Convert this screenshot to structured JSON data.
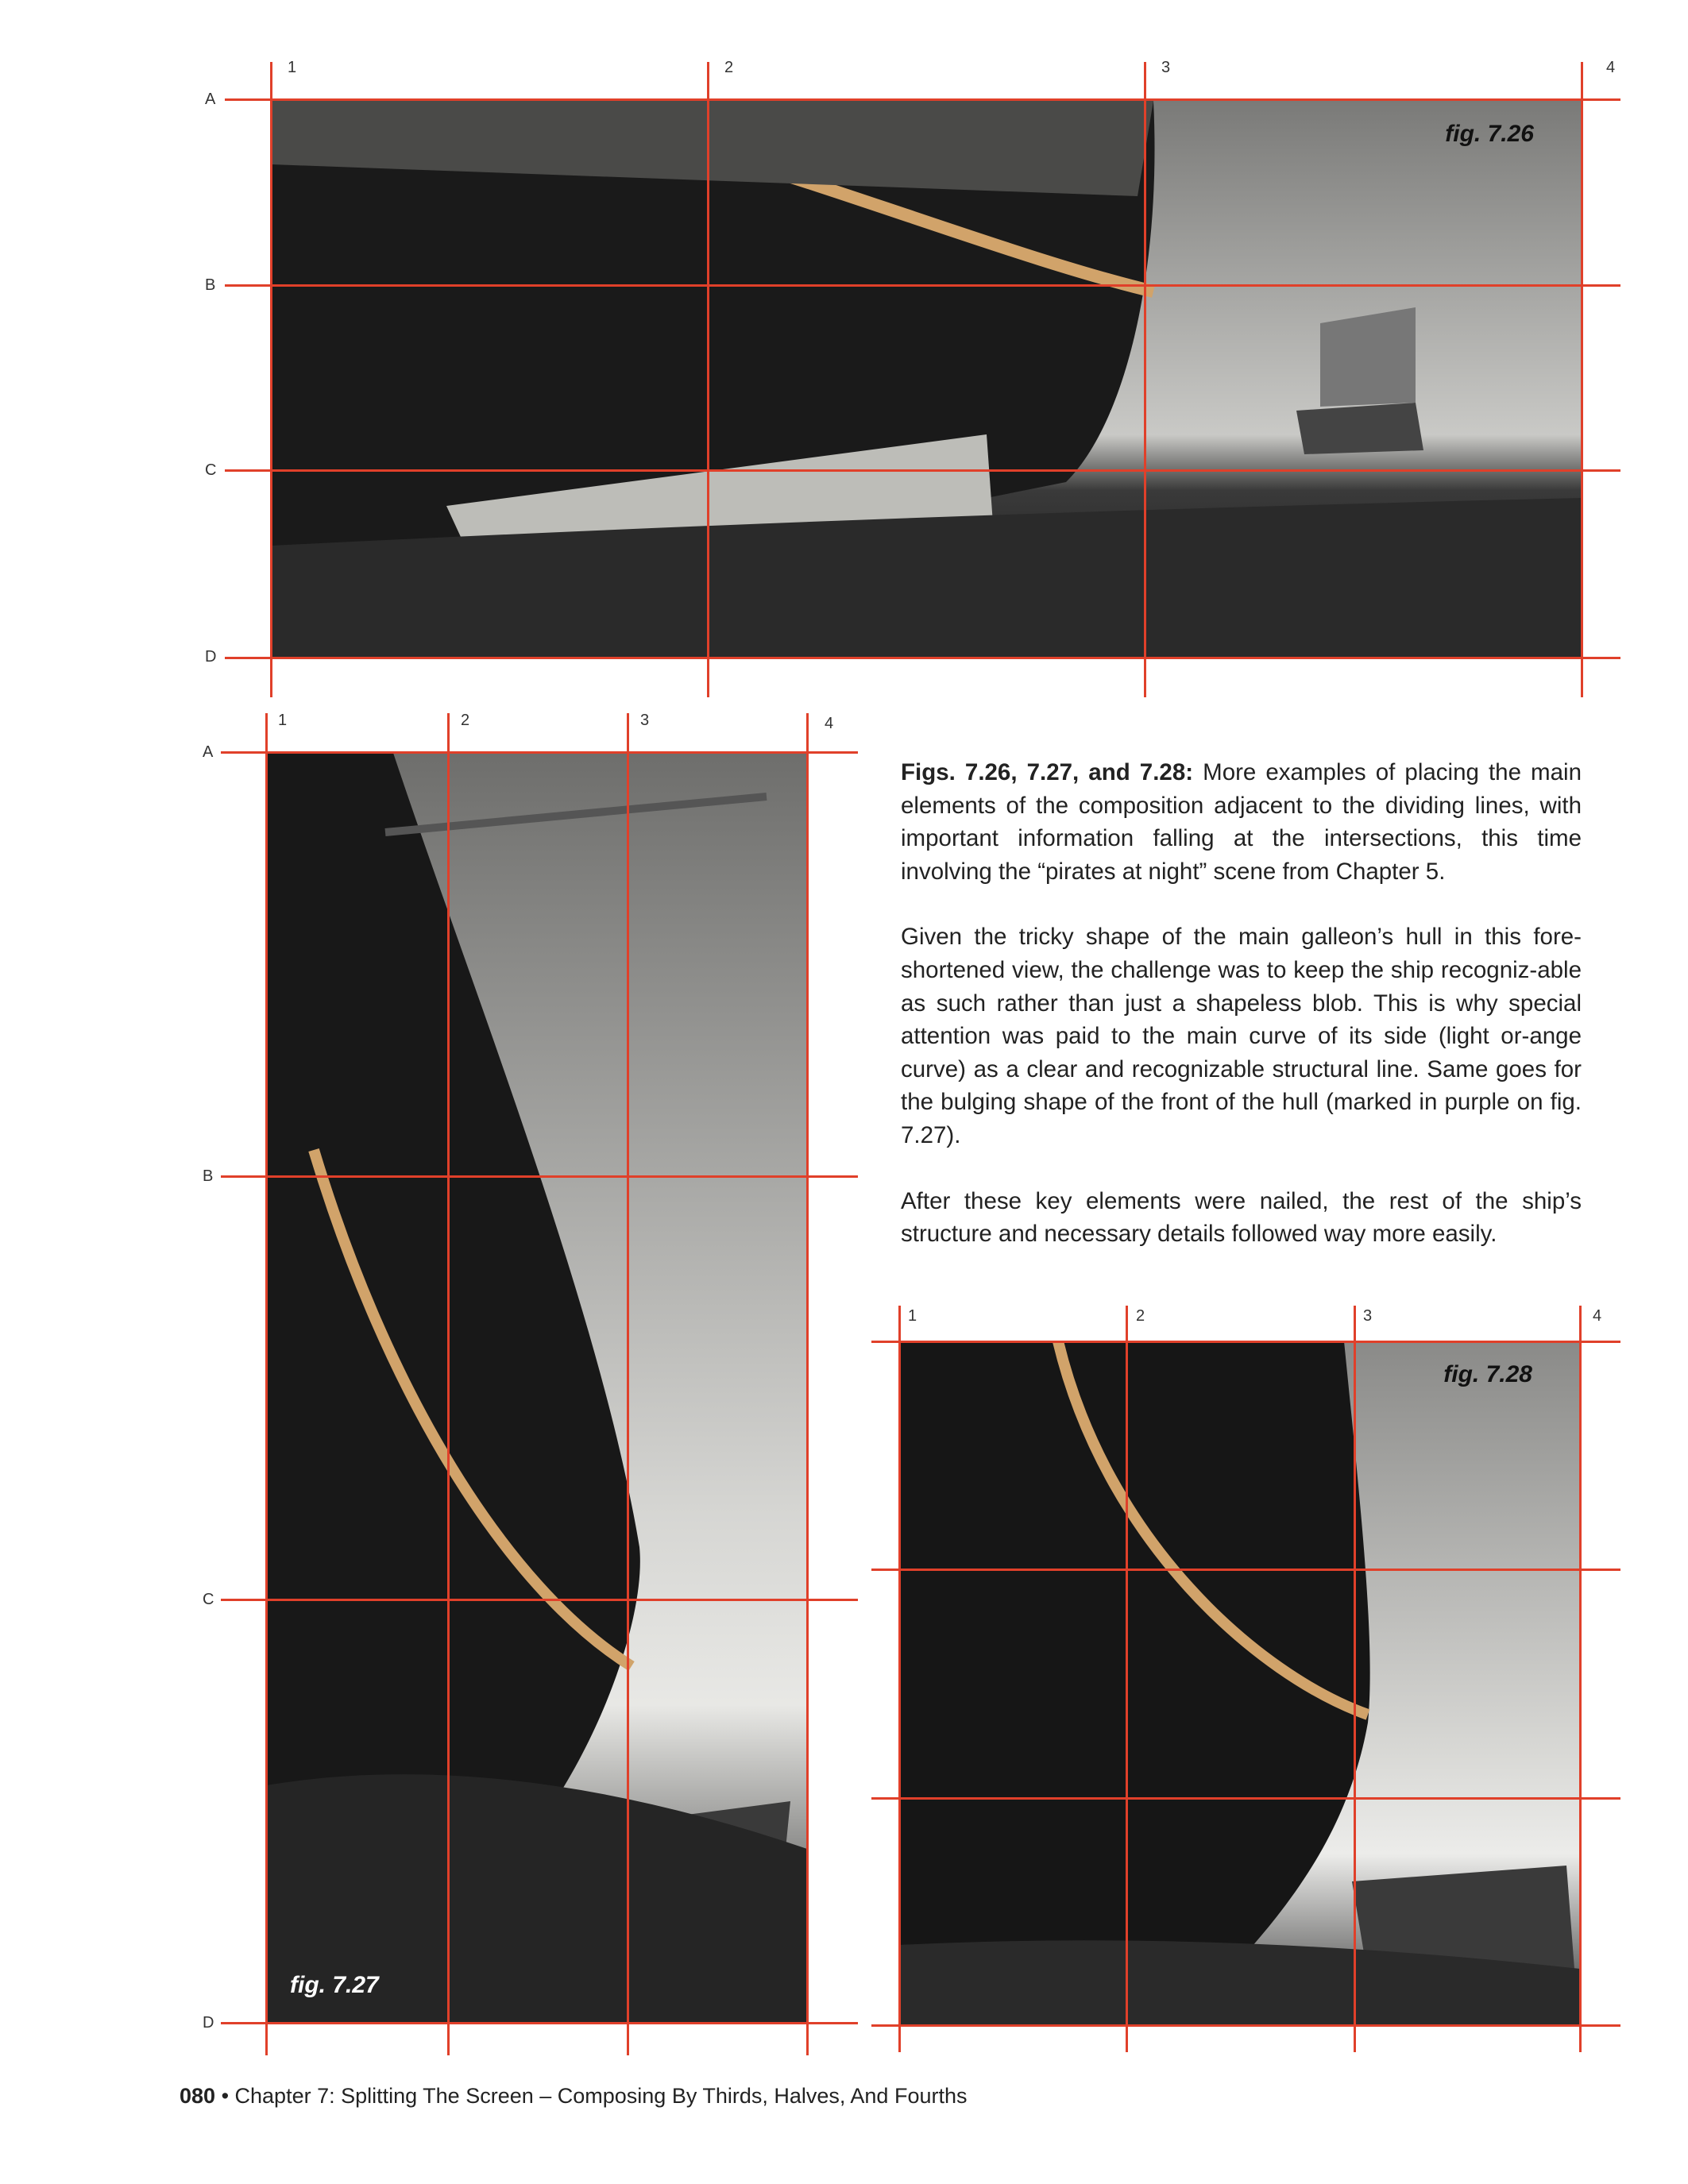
{
  "figures": {
    "fig726": {
      "label": "fig. 7.26"
    },
    "fig727": {
      "label": "fig. 7.27"
    },
    "fig728": {
      "label": "fig. 7.28"
    }
  },
  "grid": {
    "cols": [
      "1",
      "2",
      "3",
      "4"
    ],
    "rows": [
      "A",
      "B",
      "C",
      "D"
    ]
  },
  "caption": {
    "bold": "Figs. 7.26, 7.27, and 7.28:",
    "p1": " More examples of placing the main elements of the composition adjacent to the dividing lines, with important information falling at the intersections, this time involving the “pirates at night” scene from Chapter 5.",
    "p2": "Given the tricky shape of the main galleon’s hull in this fore-shortened view, the challenge was to keep the ship recogniz-able as such rather than just a shapeless blob. This is why special attention was paid to the main curve of its side (light or-ange curve) as a clear and recognizable structural line. Same goes for the bulging shape of the front of the hull (marked in purple on fig. 7.27).",
    "p3": "After these key elements were nailed, the rest of the ship’s structure and necessary details followed way more easily."
  },
  "footer": {
    "page": "080",
    "chapter": " • Chapter 7: Splitting The Screen – Composing By Thirds, Halves, And Fourths"
  }
}
